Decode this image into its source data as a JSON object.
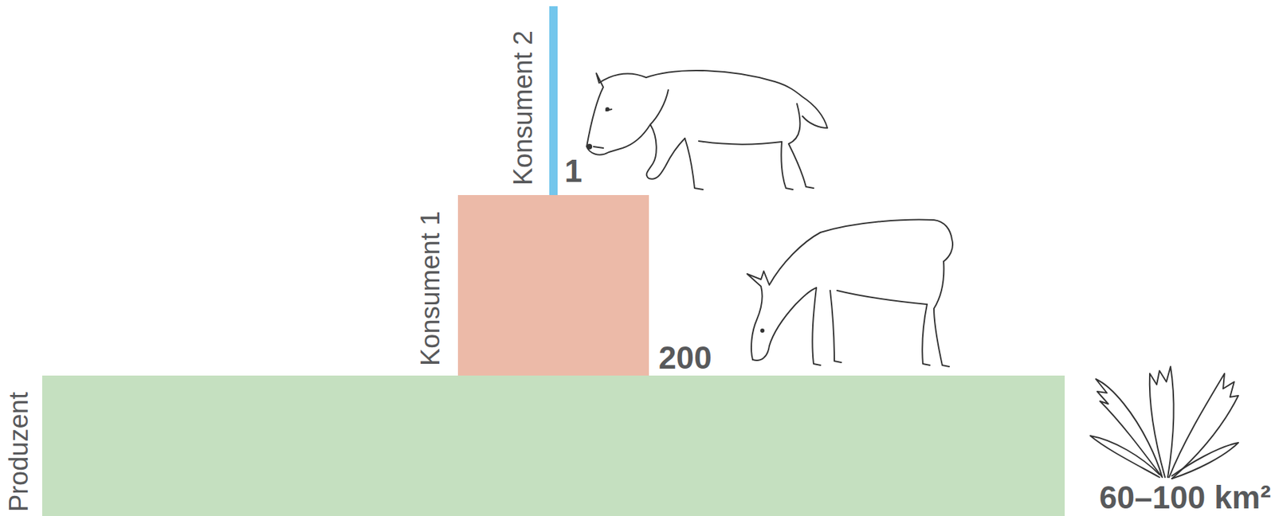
{
  "diagram": {
    "nodes": [
      {
        "text": [
          "Konsument 2"
        ]
      },
      {
        "text": [
          "Konsument 1"
        ]
      },
      {
        "text": [
          "Produzent"
        ]
      }
    ],
    "labels": [
      "1",
      "200",
      "60–100 km²"
    ]
  }
}
